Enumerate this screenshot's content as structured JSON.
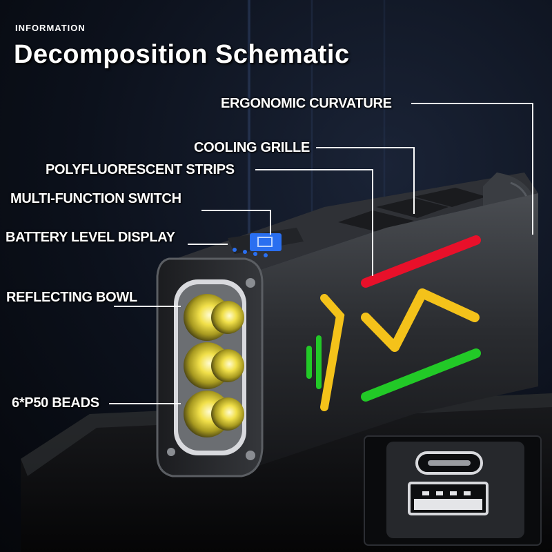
{
  "header": {
    "section_label": "INFORMATION",
    "title": "Decomposition Schematic"
  },
  "callouts": {
    "ergonomic_curvature": "ERGONOMIC CURVATURE",
    "cooling_grille": "COOLING GRILLE",
    "polyfluorescent_strips": "POLYFLUORESCENT STRIPS",
    "multi_function_switch": "MULTI-FUNCTION SWITCH",
    "battery_level_display": "BATTERY LEVEL DISPLAY",
    "reflecting_bowl": "REFLECTING BOWL",
    "beads": "6*P50 BEADS"
  },
  "colors": {
    "red_strip": "#e8102a",
    "yellow_strip": "#f4c21a",
    "green_strip": "#22c927",
    "display_blue": "#2a6ff0"
  },
  "icons": [
    "lightning-bolt-icon",
    "usb-c-port-icon",
    "usb-a-port-icon",
    "battery-display-icon"
  ]
}
